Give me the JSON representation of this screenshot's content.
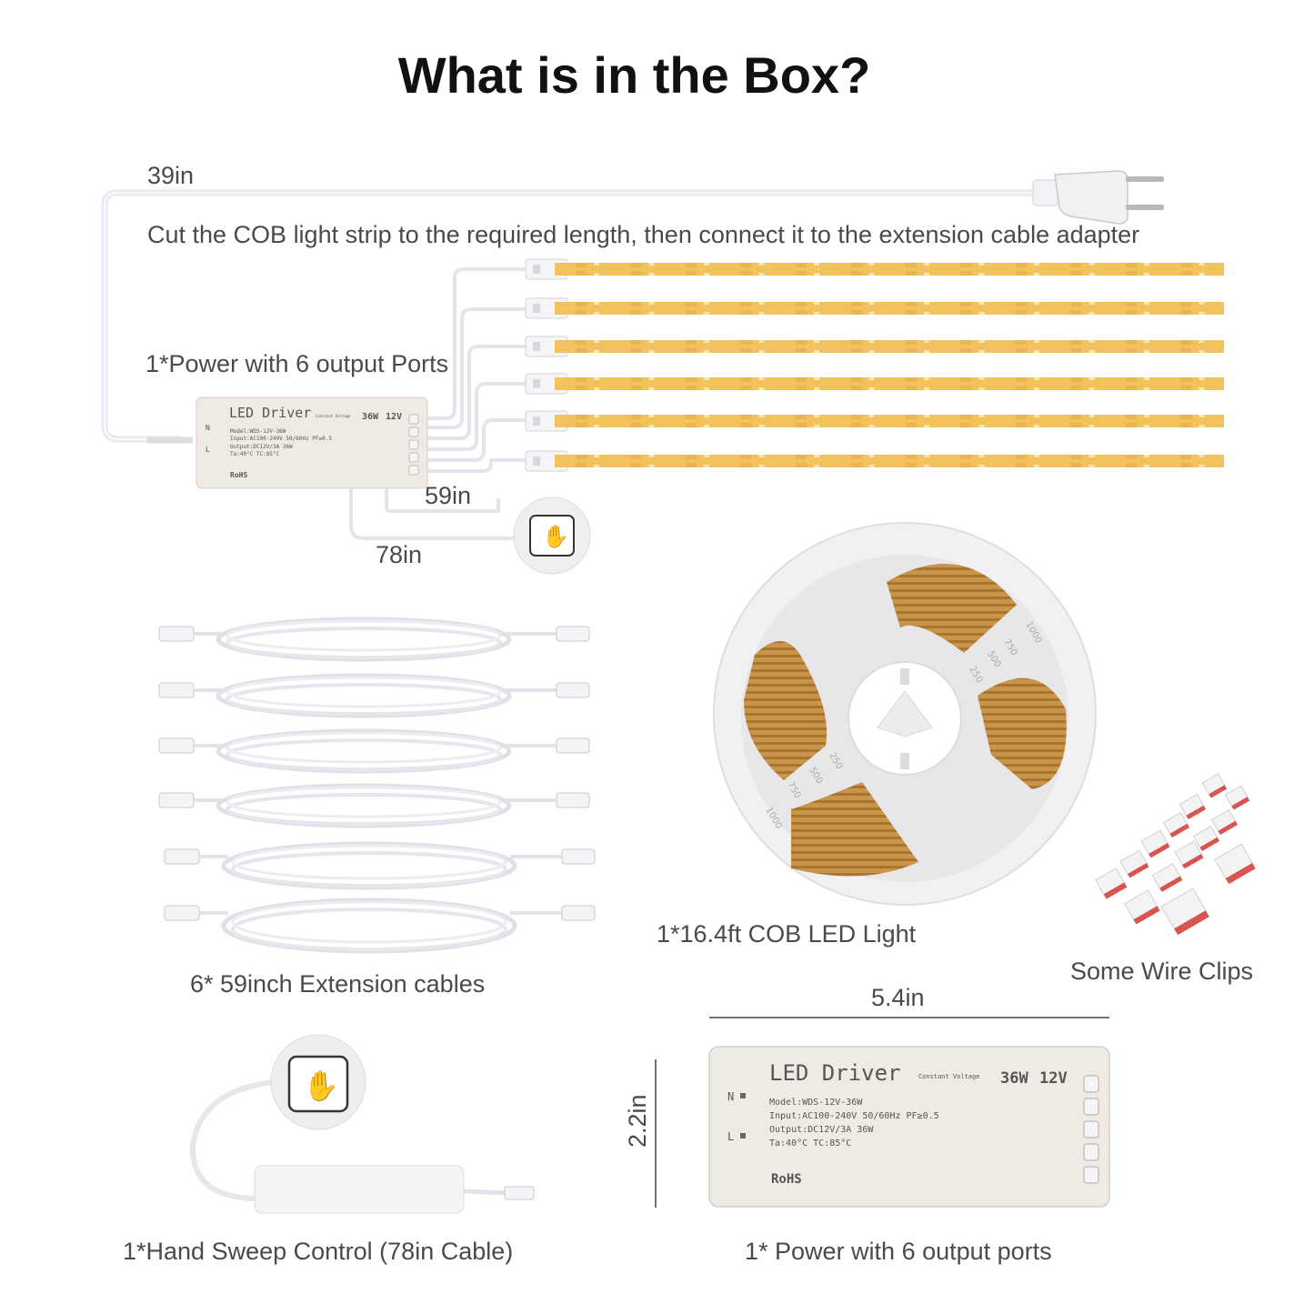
{
  "title": "What is in the Box?",
  "colors": {
    "strip": "#f2c25c",
    "strip_dot": "#e0a53a",
    "cable": "#e9e9ee",
    "driver_body": "#efebe4",
    "clip_base": "#d9534f"
  },
  "top_section": {
    "cable_length": "39in",
    "instruction": "Cut the COB light strip to the required length, then connect it to the extension cable adapter",
    "power_label": "1*Power with 6 output Ports",
    "ext_length": "59in",
    "sensor_length": "78in"
  },
  "driver": {
    "name": "LED Driver",
    "sub": "Constant Voltage",
    "watt": "36W",
    "volt": "12V",
    "model": "Model:WDS-12V-36W",
    "input": "Input:AC100-240V 50/60Hz PF≥0.5",
    "output": "Output:DC12V/3A 36W",
    "temp": "Ta:40°C  TC:85°C",
    "rohs": "RoHS",
    "n": "N",
    "l": "L"
  },
  "items": {
    "extension_cables": "6* 59inch Extension cables",
    "cob_light": "1*16.4ft COB LED Light",
    "wire_clips": "Some Wire Clips",
    "hand_sweep": "1*Hand Sweep Control (78in Cable)",
    "power": "1* Power with 6 output ports"
  },
  "dimensions": {
    "width": "5.4in",
    "height": "2.2in"
  },
  "reel_marks": [
    "1000",
    "750",
    "500",
    "250",
    "1000",
    "750",
    "500",
    "250"
  ],
  "icons": [
    "hand-wave-icon",
    "plug-icon",
    "led-strip-icon"
  ]
}
